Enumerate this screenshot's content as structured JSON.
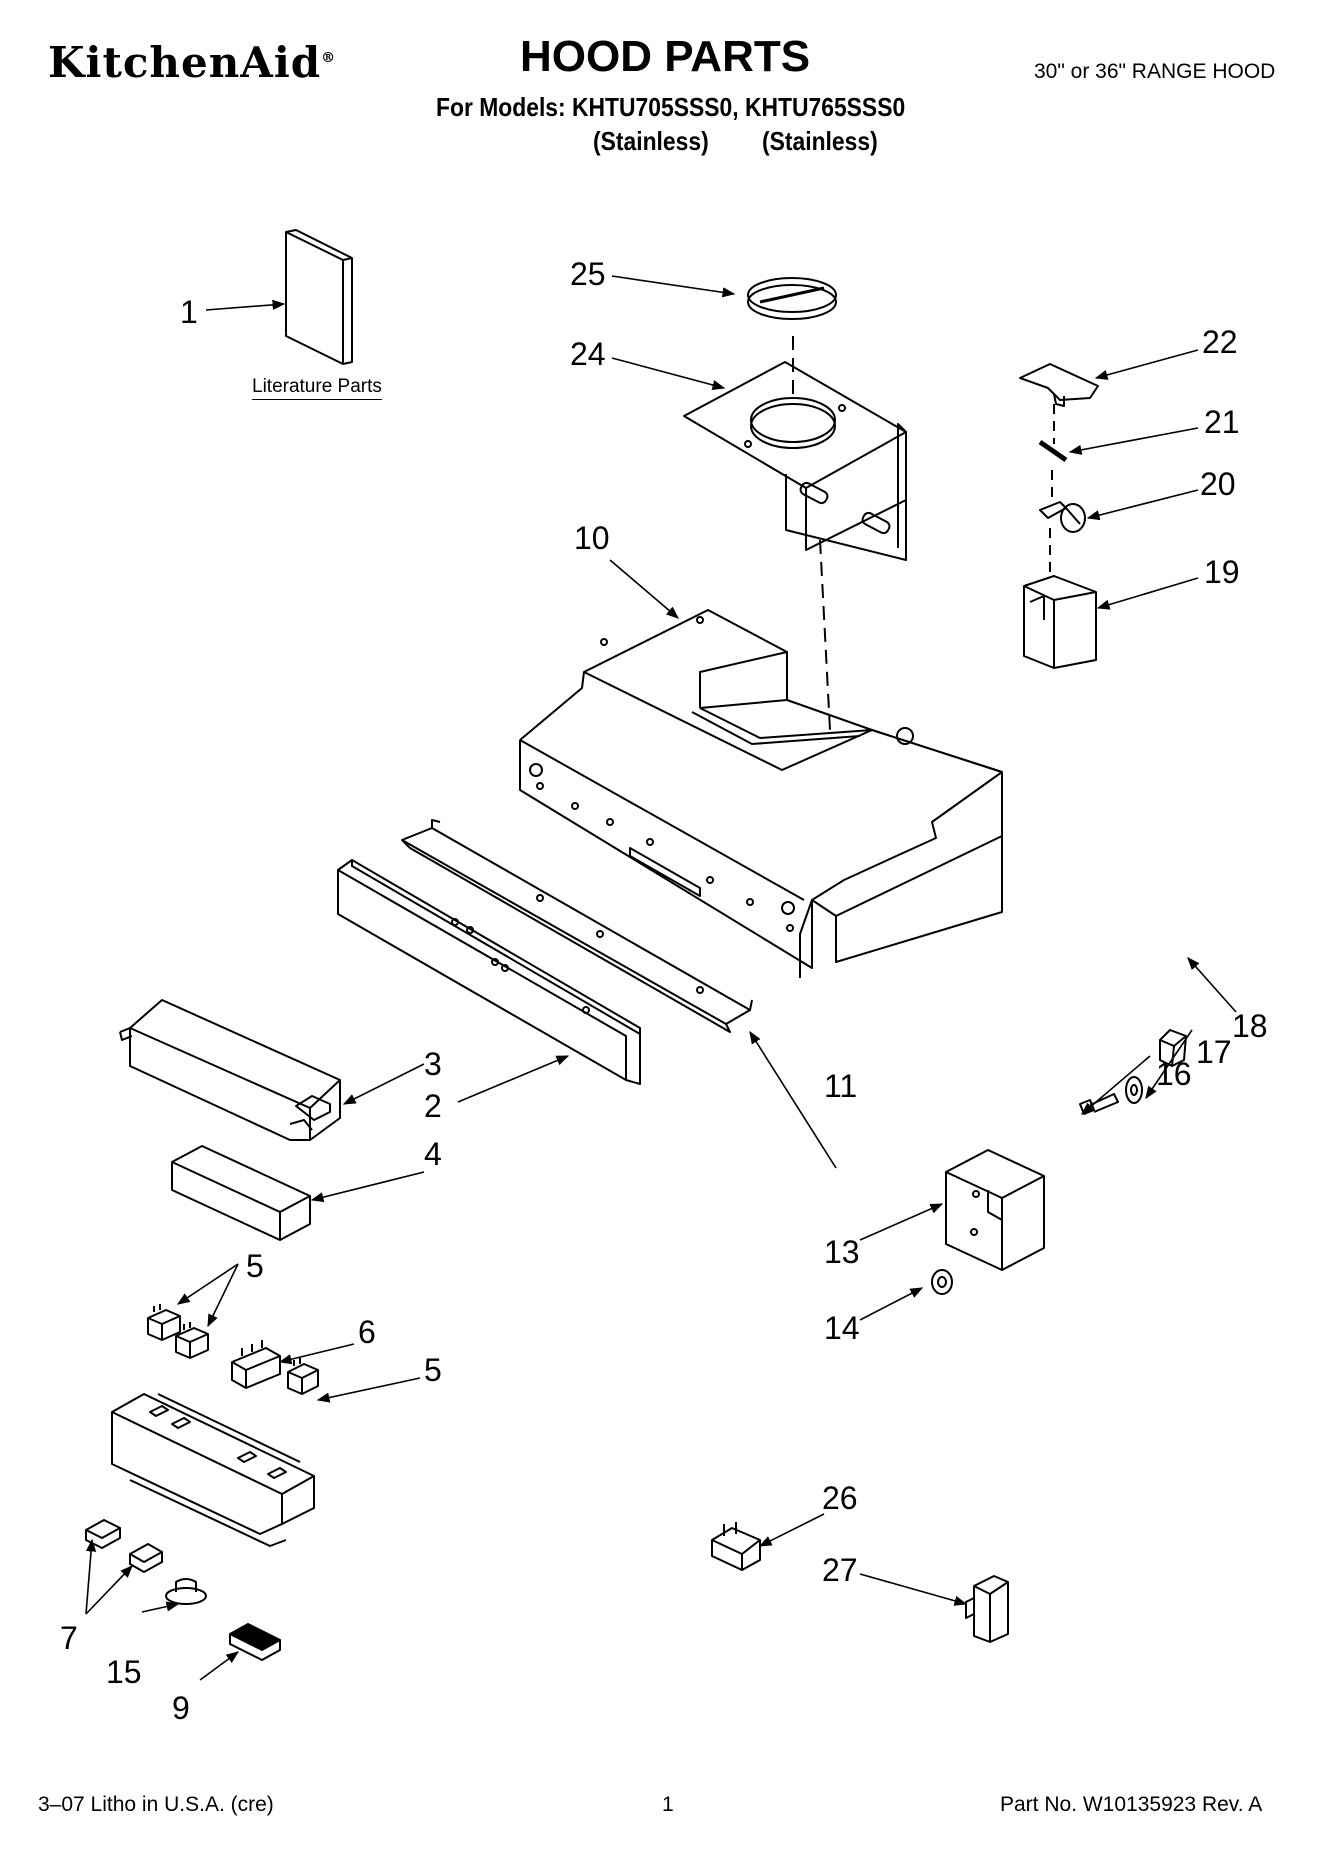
{
  "header": {
    "brand": "KitchenAid",
    "brand_mark": "®",
    "title": "HOOD PARTS",
    "subtitle": "30\" or 36\" RANGE HOOD",
    "models": "For Models: KHTU705SSS0, KHTU765SSS0",
    "variant_1": "(Stainless)",
    "variant_2": "(Stainless)"
  },
  "literature_label": "Literature Parts",
  "callouts": {
    "c1": "1",
    "c2": "2",
    "c3": "3",
    "c4": "4",
    "c5a": "5",
    "c5b": "5",
    "c6": "6",
    "c7": "7",
    "c9": "9",
    "c10": "10",
    "c11": "11",
    "c13": "13",
    "c14": "14",
    "c15": "15",
    "c16": "16",
    "c17": "17",
    "c18": "18",
    "c19": "19",
    "c20": "20",
    "c21": "21",
    "c22": "22",
    "c24": "24",
    "c25": "25",
    "c26": "26",
    "c27": "27"
  },
  "footer": {
    "left": "3–07 Litho in U.S.A. (cre)",
    "page": "1",
    "right": "Part No. W10135923 Rev. A"
  }
}
